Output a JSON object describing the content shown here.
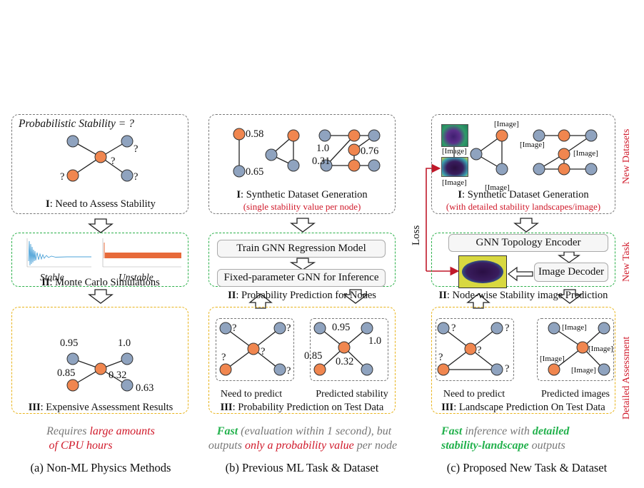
{
  "panel_a": {
    "box1_title": "Probabilistic Stability = ?",
    "q_marks": [
      "?",
      "?",
      "?",
      "?"
    ],
    "box1_caption_num": "I",
    "box1_caption": ": Need to Assess Stability",
    "plot_stable": "Stable",
    "plot_unstable": "Unstable",
    "box2_caption_num": "II",
    "box2_caption": ": Monte Carlo Simulations",
    "values": [
      "0.95",
      "1.0",
      "0.85",
      "0.32",
      "0.63"
    ],
    "box3_caption_num": "III",
    "box3_caption": ": Expensive Assessment Results",
    "note_line1_a": "Requires ",
    "note_line1_b": "large amounts",
    "note_line2": "of CPU hours",
    "caption": "(a) Non-ML Physics Methods"
  },
  "panel_b": {
    "values": [
      "0.58",
      "0.65",
      "1.0",
      "0.31",
      "0.76"
    ],
    "box1_caption_num": "I",
    "box1_caption": ": Synthetic Dataset Generation",
    "box1_sub": "(single stability value per node)",
    "train_label": "Train GNN Regression Model",
    "infer_label": "Fixed-parameter GNN for Inference",
    "box2_caption_num": "II",
    "box2_caption": ": Probability Prediction for Nodes",
    "q_marks": [
      "?",
      "?",
      "?",
      "?",
      "?"
    ],
    "pred_values": [
      "0.95",
      "1.0",
      "0.85",
      "0.32"
    ],
    "need_label": "Need to predict",
    "pred_label": "Predicted stability",
    "box3_caption_num": "III",
    "box3_caption": ": Probability Prediction on Test Data",
    "note_line1_a": "Fast",
    "note_line1_b": " (evaluation within 1 second), but",
    "note_line2_a": "outputs ",
    "note_line2_b": "only a probability value",
    "note_line2_c": " per node",
    "caption": "(b) Previous ML Task & Dataset"
  },
  "panel_c": {
    "image_tags": [
      "[Image]",
      "[Image]",
      "[Image]",
      "[Image]",
      "[Image]",
      "[Image]"
    ],
    "box1_caption_num": "I",
    "box1_caption": ": Synthetic Dataset Generation",
    "box1_sub": "(with detailed stability landscapes/image)",
    "side_label_1": "New Datasets",
    "loss_label": "Loss",
    "encoder_label": "GNN  Topology Encoder",
    "decoder_label": "Image Decoder",
    "box2_caption_num": "II",
    "box2_caption": ": Node-wise Stability image Prediction",
    "side_label_2": "New Task",
    "q_marks": [
      "?",
      "?",
      "?",
      "?",
      "?"
    ],
    "pred_tags": [
      "[Image]",
      "[Image]",
      "[Image]",
      "[Image]"
    ],
    "need_label": "Need to predict",
    "pred_label": "Predicted images",
    "box3_caption_num": "III",
    "box3_caption": ": Landscape Prediction On Test Data",
    "side_label_3": "Detailed Assessment",
    "note_line1_a": "Fast",
    "note_line1_b": " inference with ",
    "note_line1_c": "detailed",
    "note_line2_a": "stability-landscape",
    "note_line2_b": " outputs",
    "caption": "(c) Proposed  New Task & Dataset"
  },
  "colors": {
    "orange": "#f0864f",
    "blue": "#8fa3bf",
    "green": "#2bb04a",
    "yellow": "#e8b31a",
    "red": "#d0192a"
  }
}
